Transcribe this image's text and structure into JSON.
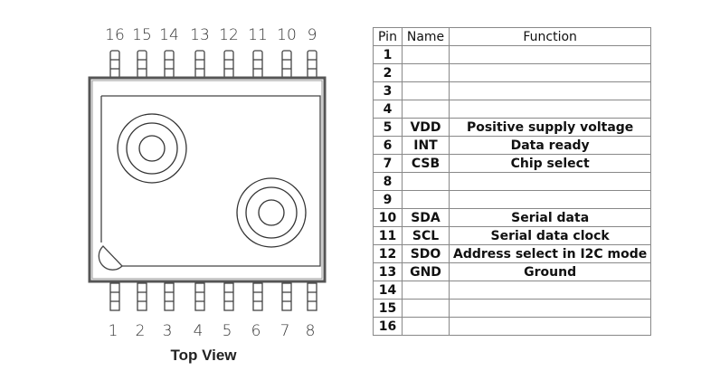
{
  "diagram": {
    "view_label": "Top View",
    "top_pins": [
      "16",
      "15",
      "14",
      "13",
      "12",
      "11",
      "10",
      "9"
    ],
    "bottom_pins": [
      "1",
      "2",
      "3",
      "4",
      "5",
      "6",
      "7",
      "8"
    ]
  },
  "table": {
    "headers": [
      "Pin",
      "Name",
      "Function"
    ],
    "rows": [
      {
        "pin": "1",
        "name": "",
        "function": ""
      },
      {
        "pin": "2",
        "name": "",
        "function": ""
      },
      {
        "pin": "3",
        "name": "",
        "function": ""
      },
      {
        "pin": "4",
        "name": "",
        "function": ""
      },
      {
        "pin": "5",
        "name": "VDD",
        "function": "Positive supply voltage"
      },
      {
        "pin": "6",
        "name": "INT",
        "function": "Data ready"
      },
      {
        "pin": "7",
        "name": "CSB",
        "function": "Chip select"
      },
      {
        "pin": "8",
        "name": "",
        "function": ""
      },
      {
        "pin": "9",
        "name": "",
        "function": ""
      },
      {
        "pin": "10",
        "name": "SDA",
        "function": "Serial data"
      },
      {
        "pin": "11",
        "name": "SCL",
        "function": "Serial data clock"
      },
      {
        "pin": "12",
        "name": "SDO",
        "function": "Address select in I2C mode"
      },
      {
        "pin": "13",
        "name": "GND",
        "function": "Ground"
      },
      {
        "pin": "14",
        "name": "",
        "function": ""
      },
      {
        "pin": "15",
        "name": "",
        "function": ""
      },
      {
        "pin": "16",
        "name": "",
        "function": ""
      }
    ]
  }
}
